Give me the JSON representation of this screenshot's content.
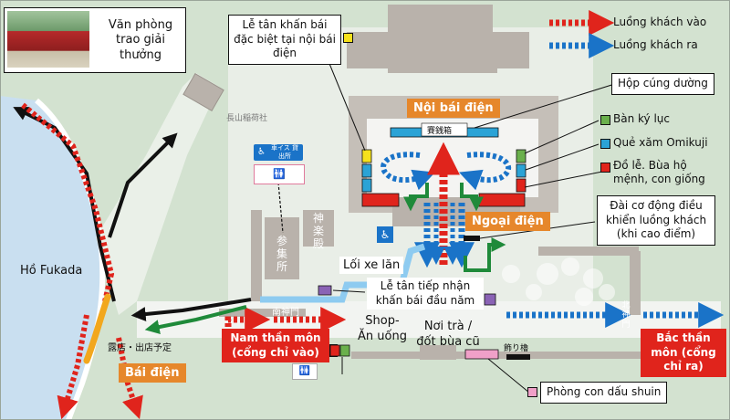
{
  "legend": {
    "inbound": "Luồng khách vào",
    "outbound": "Luồng khách ra"
  },
  "colors": {
    "inbound_red": "#e0241c",
    "outbound_blue": "#1a73c8",
    "exit_green": "#1f8a3a",
    "label_orange": "#e6872b",
    "swatch_yellow": "#f5e11c",
    "swatch_green": "#6ab04c",
    "swatch_cyan": "#2ba3d6",
    "swatch_red": "#e0241c",
    "swatch_purple": "#8a63b5",
    "swatch_pink": "#f0a0c8",
    "lake": "#c9dff0",
    "ground": "#d3e2d0",
    "building": "#b9b2ab"
  },
  "places": {
    "award_office": "Văn phòng trao giải thưởng",
    "special_reception": "Lễ tân khấn bái đặc biệt tại nội bái điện",
    "donation_box": "Hộp cúng dường",
    "inner_hall": "Nội bái điện",
    "record_desk": "Bàn ký lục",
    "omikuji": "Quẻ xăm Omikuji",
    "amulets": "Đồ lễ. Bùa hộ mệnh, con giống",
    "outer_hall": "Ngoại điện",
    "flow_platform": "Đài cơ động điều khiển luồng khách (khi cao điểm)",
    "lake": "Hồ Fukada",
    "wheelchair_route": "Lối xe lăn",
    "newyear_reception": "Lễ tân tiếp nhận khấn bái đầu năm",
    "shop": "Shop- Ăn uống",
    "tea_place": "Nơi trà / đốt bùa cũ",
    "south_gate": "Nam thần môn (cổng chỉ vào)",
    "north_gate": "Bắc thần môn (cổng chỉ ra)",
    "worship_hall": "Bái điện",
    "shuin_room": "Phòng con dấu shuin"
  },
  "jp_labels": {
    "nagayama": "長山稲荷社",
    "wheelchair_rental": "車イス 貸出所",
    "kaguraden": "神楽殿",
    "sanshujo": "参集所",
    "saisenbako": "賽銭箱",
    "stalls": "露店・出店予定",
    "minami_shinmon": "南神門",
    "kita_shinmon": "北神門",
    "ema": "飾り櫓"
  },
  "icons": {
    "photo": "shrine-photo",
    "wheelchair": "wheelchair-icon",
    "toilet": "toilet-icon",
    "rental": "wheelchair-rental-icon"
  }
}
